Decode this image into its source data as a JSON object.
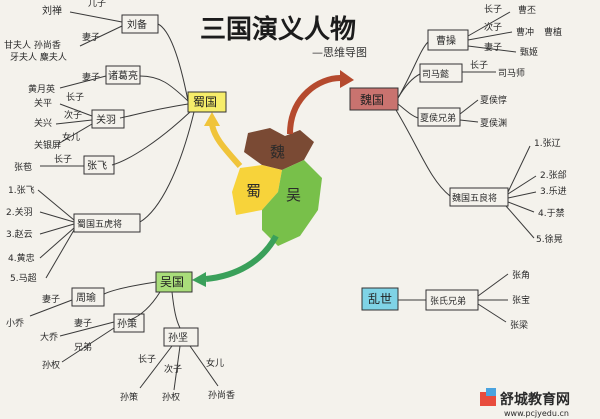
{
  "title": "三国演义人物",
  "subtitle": "—思维导图",
  "center_map": {
    "wei": "魏",
    "shu": "蜀",
    "wu": "吴"
  },
  "shu": {
    "kingdom": "蜀国",
    "liubei": "刘备",
    "liuchan": "刘禅",
    "rel_son1": "儿子",
    "wives": "甘夫人 孙尚香",
    "wives2": "牙夫人 麋夫人",
    "rel_wife": "妻子",
    "zhugeliang": "诸葛亮",
    "rel_wife2": "妻子",
    "huangyueying": "黄月英",
    "guanping": "关平",
    "rel_son2": "长子",
    "guanxing": "关兴",
    "rel_second": "次子",
    "guanyu": "关羽",
    "guanyinping": "关银屏",
    "rel_daughter": "女儿",
    "zhangbao": "张苞",
    "rel_eldest": "长子",
    "zhangfei": "张飞",
    "five_tigers": "蜀国五虎将",
    "tigers": [
      "1.张飞",
      "2.关羽",
      "3.赵云",
      "4.黄忠",
      "5.马超"
    ]
  },
  "wei": {
    "kingdom": "魏国",
    "caocao": "曹操",
    "cao_pi": "曹丕",
    "rel_eldest": "长子",
    "caozhi": "曹植",
    "cao_chong": "曹冲",
    "rel_second": "次子",
    "rel_wife": "妻子",
    "zhenji": "甄姬",
    "simayi": "司马懿",
    "simashi": "司马师",
    "rel_eldest2": "长子",
    "xiahou": "夏侯兄弟",
    "xiahoudun": "夏侯惇",
    "xiahouyuan": "夏侯渊",
    "five_generals": "魏国五良将",
    "generals": [
      "1.张辽",
      "2.张郃",
      "3.乐进",
      "4.于禁",
      "5.徐晃"
    ]
  },
  "wu": {
    "kingdom": "吴国",
    "zhouyu": "周瑜",
    "xiaoqiao": "小乔",
    "rel_wife": "妻子",
    "sunce": "孙策",
    "daqiao": "大乔",
    "rel_wife2": "妻子",
    "sunquan": "孙权",
    "rel_brother": "兄弟",
    "sunjian": "孙坚",
    "rel_eldest": "长子",
    "rel_second": "次子",
    "rel_daughter": "女儿",
    "sunce2": "孙策",
    "sunquan2": "孙权",
    "sunshangxiang": "孙尚香"
  },
  "luanshi": {
    "title": "乱世",
    "group": "张氏兄弟",
    "members": [
      "张角",
      "张宝",
      "张梁"
    ]
  },
  "watermark": {
    "site": "舒城教育网",
    "url": "www.pcjyedu.cn"
  },
  "colors": {
    "wei_node": "#c9736f",
    "shu_node": "#f6ed6a",
    "wu_node": "#a9dd7a",
    "luanshi_node": "#7fd3e6",
    "arrow_wei": "#b54a2e",
    "arrow_shu": "#f0c43a",
    "arrow_wu": "#3aa05a",
    "map_wei": "#7a4a34",
    "map_shu": "#f7d33a",
    "map_wu": "#78c04a"
  }
}
